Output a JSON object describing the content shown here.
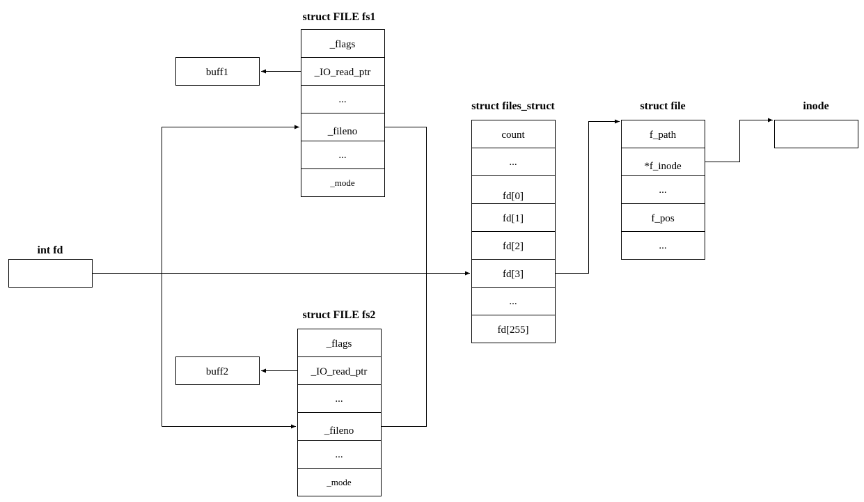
{
  "titles": {
    "fs1": "struct FILE fs1",
    "fs2": "struct FILE fs2",
    "files_struct": "struct files_struct",
    "file": "struct file",
    "inode": "inode",
    "int_fd": "int fd"
  },
  "fs1": {
    "cells": [
      "_flags",
      "_IO_read_ptr",
      "...",
      "_fileno",
      "...",
      "_mode"
    ]
  },
  "fs2": {
    "cells": [
      "_flags",
      "_IO_read_ptr",
      "...",
      "_fileno",
      "...",
      "_mode"
    ]
  },
  "buffers": {
    "buff1": "buff1",
    "buff2": "buff2"
  },
  "files_struct": {
    "cells": [
      "count",
      "...",
      "fd[0]",
      "fd[1]",
      "fd[2]",
      "fd[3]",
      "...",
      "fd[255]"
    ]
  },
  "file": {
    "cells": [
      "f_path",
      "*f_inode",
      "...",
      "f_pos",
      "..."
    ]
  }
}
